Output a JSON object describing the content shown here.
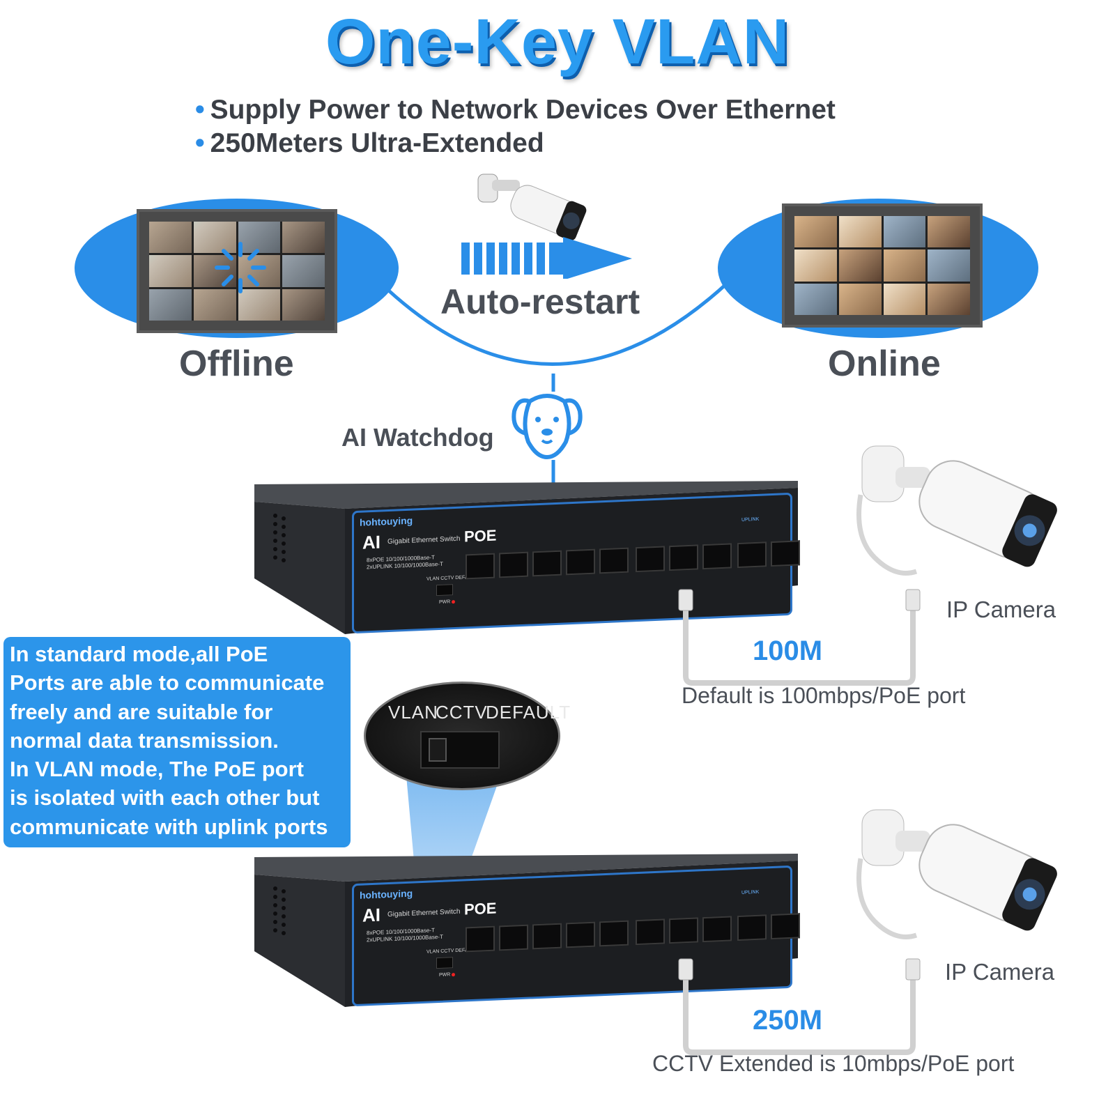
{
  "title": "One-Key VLAN",
  "bullets": [
    "Supply Power to Network Devices Over Ethernet",
    "250Meters Ultra-Extended"
  ],
  "flow": {
    "left_label": "Offline",
    "right_label": "Online",
    "middle_label": "Auto-restart",
    "watchdog_label": "AI Watchdog"
  },
  "switch": {
    "brand": "hohtouying",
    "model_ai": "AI",
    "model_text": "Gigabit Ethernet Switch",
    "poe": "POE",
    "spec1": "8xPOE 10/100/1000Base-T",
    "spec2": "2xUPLINK 10/100/1000Base-T",
    "switch_labels": "VLAN CCTV DEFAULT",
    "uplink": "UPLINK",
    "pwr": "PWR"
  },
  "zoom": {
    "vlan": "VLAN",
    "cctv": "CCTV",
    "default": "DEFAULT"
  },
  "info_box": [
    "In standard mode,all PoE",
    "Ports are able to communicate",
    "freely and are suitable for",
    "normal data transmission.",
    "In VLAN mode, The PoE port",
    "is isolated with each other but",
    "communicate with uplink ports"
  ],
  "top_connection": {
    "speed": "100M",
    "caption": "Default is 100mbps/PoE port",
    "camera_label": "IP Camera"
  },
  "bottom_connection": {
    "speed": "250M",
    "caption": "CCTV Extended  is 10mbps/PoE port",
    "camera_label": "IP Camera"
  },
  "colors": {
    "accent": "#2a8ee8",
    "title_blue": "#2a9bf0",
    "text_gray": "#4a4f57"
  }
}
